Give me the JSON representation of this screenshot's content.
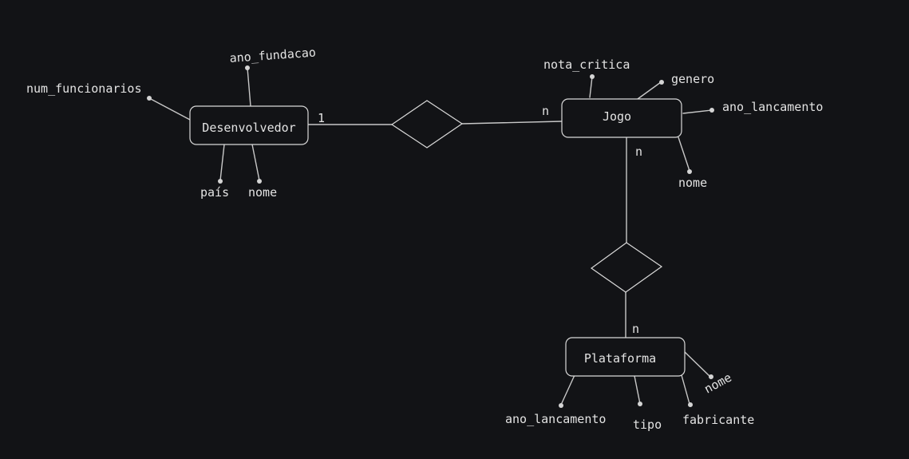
{
  "entities": {
    "desenvolvedor": {
      "name": "Desenvolvedor",
      "attributes": {
        "num_funcionarios": "num_funcionarios",
        "ano_fundacao": "ano_fundacao",
        "pais": "país",
        "nome": "nome"
      }
    },
    "jogo": {
      "name": "Jogo",
      "attributes": {
        "nota_critica": "nota_critica",
        "genero": "genero",
        "ano_lancamento": "ano_lancamento",
        "nome": "nome"
      }
    },
    "plataforma": {
      "name": "Plataforma",
      "attributes": {
        "ano_lancamento": "ano_lancamento",
        "tipo": "tipo",
        "fabricante": "fabricante",
        "nome": "nome"
      }
    }
  },
  "relationships": {
    "desenvolvedor_jogo": {
      "card_desenvolvedor": "1",
      "card_jogo": "n"
    },
    "jogo_plataforma": {
      "card_jogo": "n",
      "card_plataforma": "n"
    }
  }
}
